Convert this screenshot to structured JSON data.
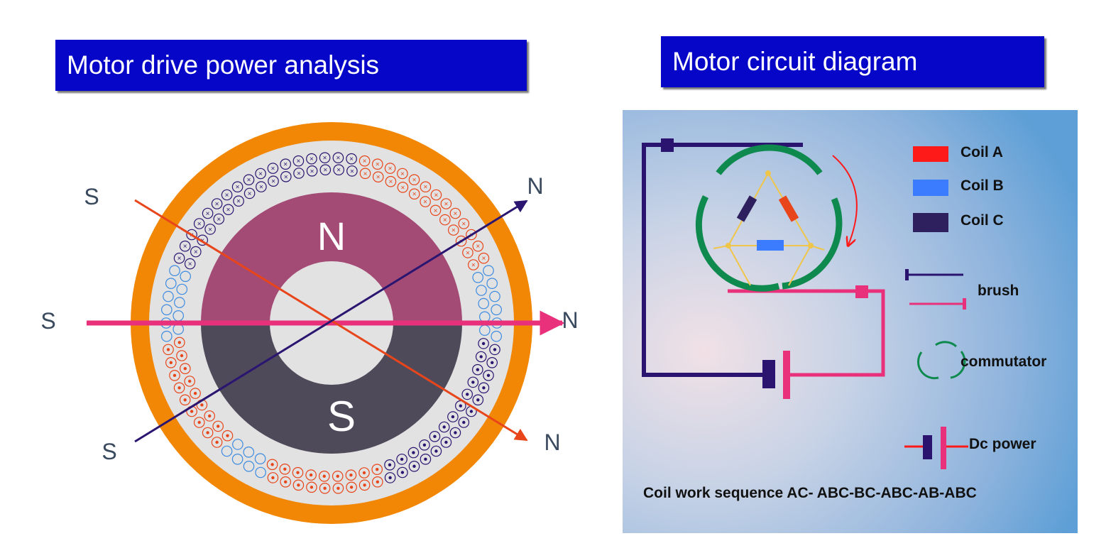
{
  "left_title": "Motor drive power analysis",
  "right_title": "Motor circuit diagram",
  "motor": {
    "rotor_north": "N",
    "rotor_south": "S",
    "axes": [
      {
        "start": "S",
        "end": "N",
        "color": "#e8317a"
      },
      {
        "start": "S",
        "end": "N",
        "color": "#e8451a"
      },
      {
        "start": "S",
        "end": "N",
        "color": "#2a1570"
      }
    ]
  },
  "legend": {
    "coil_a": {
      "label": "Coil A",
      "color": "#ff1a1a"
    },
    "coil_b": {
      "label": "Coil B",
      "color": "#3b7cff"
    },
    "coil_c": {
      "label": "Coil C",
      "color": "#2e1f5e"
    },
    "brush": "brush",
    "commutator": "commutator",
    "dc_power": "Dc power"
  },
  "sequence_text": "Coil work sequence AC- ABC-BC-ABC-AB-ABC",
  "colors": {
    "title_bg": "#0606c8",
    "stator_orange": "#f28705",
    "rotor_north": "#a34a75",
    "rotor_south": "#4f4a5a",
    "commutator_green": "#0f8a4e",
    "wire_dark": "#2b1470",
    "wire_pink": "#e8317a"
  }
}
